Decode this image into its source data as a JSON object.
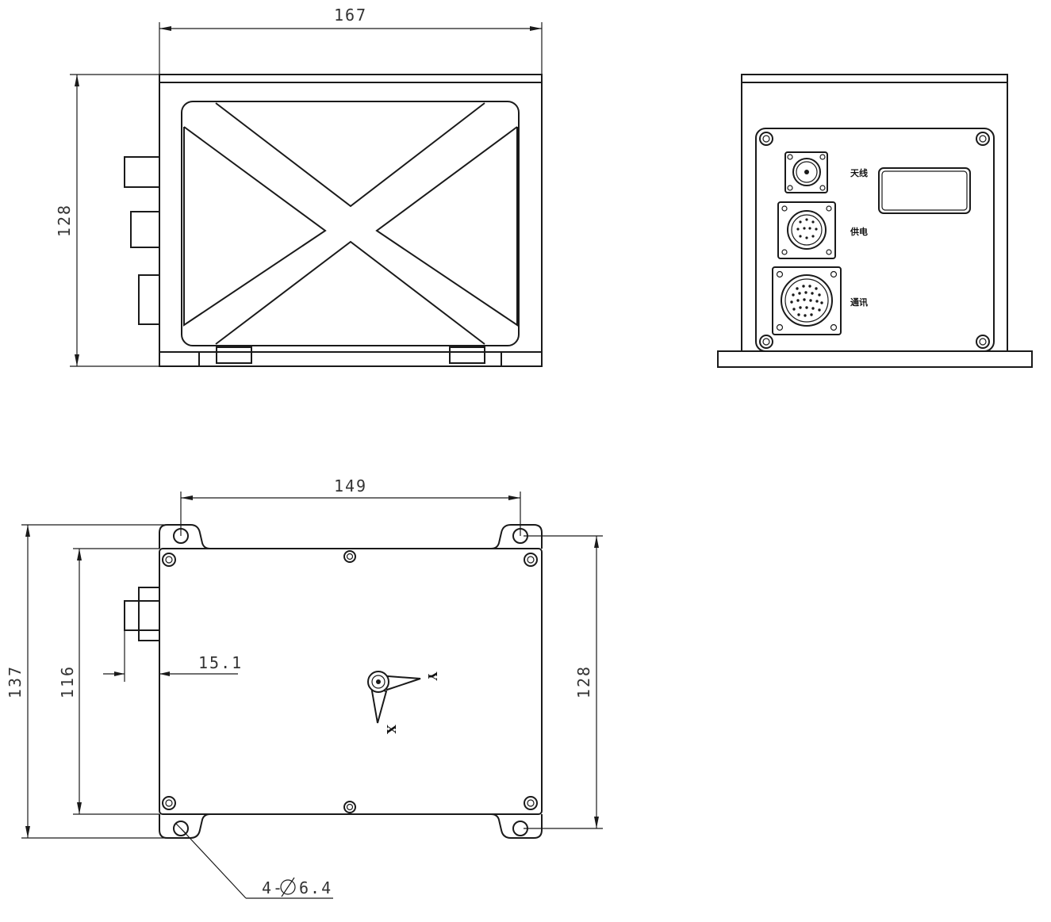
{
  "dimensions": {
    "top_width": "167",
    "side_height": "128",
    "bottom_width": "149",
    "overall_depth": "137",
    "inner_depth": "116",
    "right_depth": "128",
    "connector_offset": "15.1",
    "hole_callout": "4-∅ 6.4"
  },
  "connector_labels": {
    "antenna": "天线",
    "power": "供电",
    "comm": "通讯"
  },
  "axis_labels": {
    "y": "Y",
    "x": "X"
  },
  "hole_callout_parts": {
    "count": "4-",
    "symbol": "∅",
    "diameter": "6.4"
  }
}
